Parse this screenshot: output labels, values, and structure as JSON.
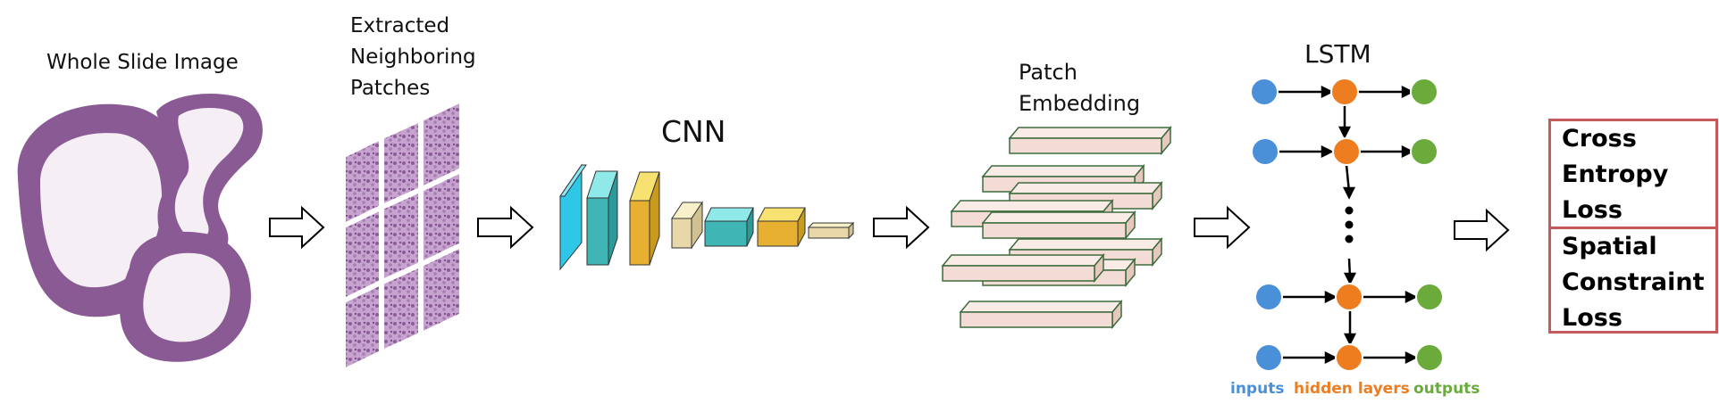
{
  "labels": {
    "wsi": "Whole Slide Image",
    "patches": "Extracted Neighboring Patches",
    "cnn": "CNN",
    "embedding": "Patch Embedding",
    "lstm": "LSTM"
  },
  "legend": {
    "inputs": "inputs",
    "hidden": "hidden layers",
    "outputs": "outputs"
  },
  "losses": {
    "cross_entropy": "Cross Entropy Loss",
    "spatial": "Spatial Constraint Loss"
  },
  "colors": {
    "input_node": "#4a90d9",
    "hidden_node": "#ee7d1f",
    "output_node": "#6aab3c",
    "loss_border": "#c55a5a",
    "tissue": "#8a5a95",
    "embedding_fill": "#f3dcd5",
    "embedding_stroke": "#3d6b3d",
    "cnn_cyan": "#2ec7e8",
    "cnn_teal": "#3fb5b5",
    "cnn_yellow": "#e8b030",
    "cnn_beige": "#e8d7a8"
  }
}
